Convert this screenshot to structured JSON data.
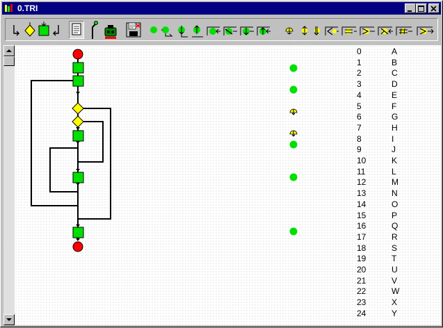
{
  "window": {
    "title": "0.TRI"
  },
  "titlebar_buttons": {
    "minimize": "minimize",
    "maximize": "maximize",
    "close": "close"
  },
  "toolbar": {
    "tools": [
      "arrow-down-icon",
      "decision-diamond-icon",
      "action-square-icon",
      "arrow-back-icon",
      "document-icon",
      "signal-post-icon",
      "locomotive-icon",
      "save-document-icon",
      "green-signal-icon",
      "green-signal-branch-icon",
      "green-signal-stack-icon",
      "green-signal-split-icon",
      "green-signal-left-icon",
      "green-signal-arrow-icon",
      "green-signal-double-icon",
      "green-signal-turn-icon",
      "yellow-lamp-icon",
      "yellow-lamp-split-icon",
      "yellow-lamp-double-icon",
      "yellow-lamp-left-icon",
      "yellow-lamp-equal-icon",
      "yellow-lamp-arrow-icon",
      "yellow-lamp-cross-icon",
      "yellow-lamp-sharp-icon",
      "yellow-lamp-right-icon"
    ],
    "pressed_tool": "document-icon"
  },
  "colors": {
    "titlebar": "#000080",
    "green": "#00e000",
    "yellow": "#ffff00",
    "red": "#ff0000"
  },
  "rows": [
    {
      "num": "0",
      "letter": "A",
      "marker": ""
    },
    {
      "num": "1",
      "letter": "B",
      "marker": "green"
    },
    {
      "num": "2",
      "letter": "C",
      "marker": ""
    },
    {
      "num": "3",
      "letter": "D",
      "marker": "green"
    },
    {
      "num": "4",
      "letter": "E",
      "marker": ""
    },
    {
      "num": "5",
      "letter": "F",
      "marker": "yellow"
    },
    {
      "num": "6",
      "letter": "G",
      "marker": ""
    },
    {
      "num": "7",
      "letter": "H",
      "marker": "yellow"
    },
    {
      "num": "8",
      "letter": "I",
      "marker": "green"
    },
    {
      "num": "9",
      "letter": "J",
      "marker": ""
    },
    {
      "num": "10",
      "letter": "K",
      "marker": ""
    },
    {
      "num": "11",
      "letter": "L",
      "marker": "green"
    },
    {
      "num": "12",
      "letter": "M",
      "marker": ""
    },
    {
      "num": "13",
      "letter": "N",
      "marker": ""
    },
    {
      "num": "14",
      "letter": "O",
      "marker": ""
    },
    {
      "num": "15",
      "letter": "P",
      "marker": ""
    },
    {
      "num": "16",
      "letter": "Q",
      "marker": "green"
    },
    {
      "num": "17",
      "letter": "R",
      "marker": ""
    },
    {
      "num": "18",
      "letter": "S",
      "marker": ""
    },
    {
      "num": "19",
      "letter": "T",
      "marker": ""
    },
    {
      "num": "20",
      "letter": "U",
      "marker": ""
    },
    {
      "num": "21",
      "letter": "V",
      "marker": ""
    },
    {
      "num": "22",
      "letter": "W",
      "marker": ""
    },
    {
      "num": "23",
      "letter": "X",
      "marker": ""
    },
    {
      "num": "24",
      "letter": "Y",
      "marker": ""
    }
  ],
  "flowchart": {
    "nodes": [
      "start-circle",
      "action-1",
      "action-2",
      "decision-1",
      "decision-2",
      "action-3",
      "action-4",
      "action-5",
      "end-circle"
    ]
  }
}
